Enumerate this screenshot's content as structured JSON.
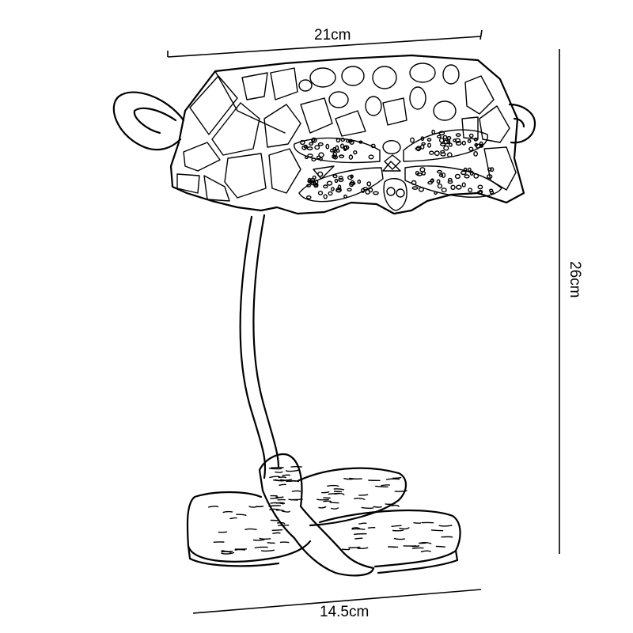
{
  "diagram": {
    "subject": "dragonfly desk lamp",
    "dimensions": {
      "top_width": "21cm",
      "height": "26cm",
      "base_width": "14.5cm"
    },
    "colors": {
      "ink": "#000000",
      "background": "#ffffff"
    }
  }
}
